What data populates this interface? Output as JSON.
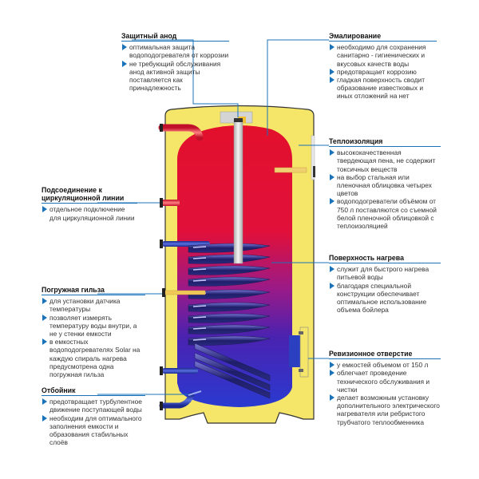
{
  "diagram": {
    "subject": "Бойлер косвенного нагрева (разрез)",
    "colors": {
      "leader_line": "#1a73b8",
      "jacket": "#f5e66a",
      "hot_water": "#e3102c",
      "cold_water": "#2a2fb0",
      "coil": "#2a2a78",
      "anode": "#d9d9d9",
      "outline": "#333333"
    }
  },
  "callouts": {
    "anode": {
      "title": "Защитный анод",
      "items": [
        "оптимальная защита водоподогревателя от коррозии",
        "не требующий обслуживания анод активной защиты поставляется как принадлежность"
      ]
    },
    "enamel": {
      "title": "Эмалирование",
      "items": [
        "необходимо для сохранения санитарно - гигиенических и вкусовых качеств воды",
        "предотвращает коррозию",
        "гладкая поверхность сводит образование известковых и иных отложений на нет"
      ]
    },
    "insulation": {
      "title": "Теплоизоляция",
      "items": [
        "высококачественная твердеющая пена, не содержит токсичных веществ",
        "на выбор стальная или пленочная облицовка четырех цветов",
        "водоподогреватели объёмом от 750 л поставляются со съемной белой пленочной облицовкой с теплоизоляцией"
      ]
    },
    "circulation": {
      "title": "Подсоединение к циркуляционной линии",
      "items": [
        "отдельное подключение для циркуляционной линии"
      ]
    },
    "heating_surface": {
      "title": "Поверхность нагрева",
      "items": [
        "служит для быстрого нагрева питьевой воды",
        "благодаря специальной конструкции обеспечивает оптимальное использование объема бойлера"
      ]
    },
    "sensor_sleeve": {
      "title": "Погружная гильза",
      "items": [
        "для установки датчика температуры",
        "позволяет измерять температуру воды внутри, а не у стенки емкости",
        "в емкостных водоподогревателях Solar на каждую спираль нагрева предусмотрена одна погружная гильза"
      ]
    },
    "inspection": {
      "title": "Ревизионное отверстие",
      "items": [
        "у емкостей объемом от 150 л",
        "облегчает проведение технического обслуживания и чистки",
        "делает возможным установку дополнительного электрического нагревателя или ребристого трубчатого теплообменника"
      ]
    },
    "baffle": {
      "title": "Отбойник",
      "items": [
        "предотвращает турбулентное движение поступающей воды",
        "необходим для оптимального заполнения емкости и образования стабильных слоёв"
      ]
    }
  }
}
